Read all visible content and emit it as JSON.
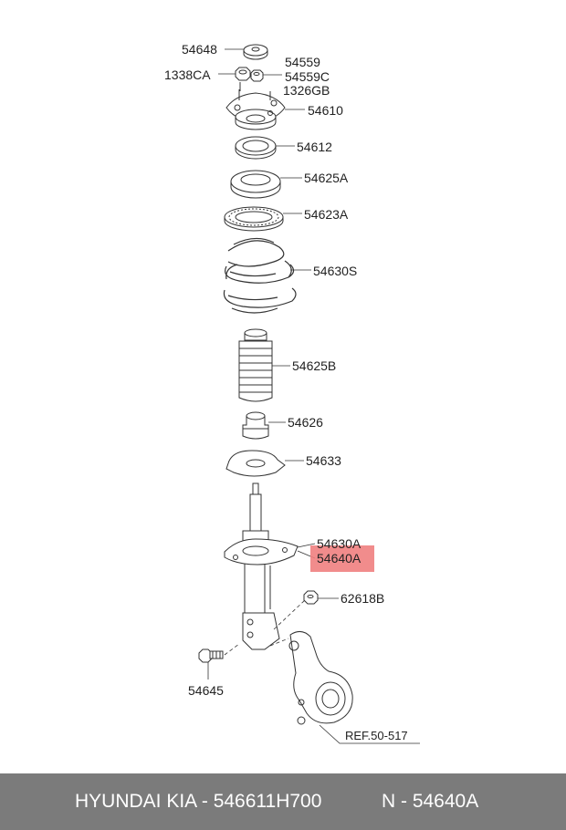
{
  "labels": {
    "p54648": "54648",
    "p54559": "54559",
    "p54559C": "54559C",
    "p1338CA": "1338CA",
    "p1326GB": "1326GB",
    "p54610": "54610",
    "p54612": "54612",
    "p54625A": "54625A",
    "p54623A": "54623A",
    "p54630S": "54630S",
    "p54625B": "54625B",
    "p54626": "54626",
    "p54633": "54633",
    "p54630A": "54630A",
    "p54640A": "54640A",
    "p62618B": "62618B",
    "p54645": "54645",
    "ref": "REF.50-517"
  },
  "highlight_color": "#f08080",
  "footer": {
    "left": "HYUNDAI  KIA - 546611H700",
    "right": "N - 54640A"
  }
}
